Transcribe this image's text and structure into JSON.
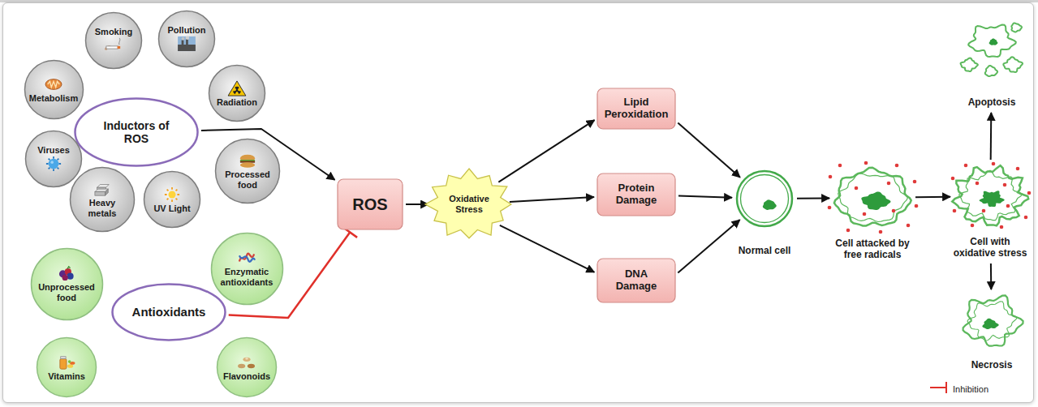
{
  "diagram": {
    "nodes": [
      {
        "text": [
          "Inductors of ROS"
        ]
      },
      {
        "text": [
          "Smoking"
        ]
      },
      {
        "text": [
          "Pollution"
        ]
      },
      {
        "text": [
          "Metabolism"
        ]
      },
      {
        "text": [
          "Radiation"
        ]
      },
      {
        "text": [
          "Viruses"
        ]
      },
      {
        "text": [
          "Processed food"
        ]
      },
      {
        "text": [
          "Heavy metals"
        ]
      },
      {
        "text": [
          "UV Light"
        ]
      },
      {
        "text": [
          "Antioxidants"
        ]
      },
      {
        "text": [
          "Unprocessed food"
        ]
      },
      {
        "text": [
          "Enzymatic antioxidants"
        ]
      },
      {
        "text": [
          "Vitamins"
        ]
      },
      {
        "text": [
          "Flavonoids"
        ]
      },
      {
        "text": [
          "ROS"
        ]
      },
      {
        "text": [
          "Oxidative Stress"
        ]
      },
      {
        "text": [
          "Lipid Peroxidation"
        ]
      },
      {
        "text": [
          "Protein Damage"
        ]
      },
      {
        "text": [
          "DNA Damage"
        ]
      },
      {
        "text": [
          "Normal cell"
        ]
      },
      {
        "text": [
          "Cell attacked by free radicals"
        ]
      },
      {
        "text": [
          "Cell with oxidative stress"
        ]
      },
      {
        "text": [
          "Apoptosis"
        ]
      },
      {
        "text": [
          "Necrosis"
        ]
      }
    ],
    "edges": [
      {
        "from": 0,
        "to": 14,
        "arrow": "to"
      },
      {
        "from": 9,
        "to": 14,
        "arrow": "to"
      },
      {
        "from": 14,
        "to": 15,
        "arrow": "to"
      },
      {
        "from": 15,
        "to": 16,
        "arrow": "to"
      },
      {
        "from": 15,
        "to": 17,
        "arrow": "to"
      },
      {
        "from": 15,
        "to": 18,
        "arrow": "to"
      },
      {
        "from": 16,
        "to": 19,
        "arrow": "to"
      },
      {
        "from": 17,
        "to": 19,
        "arrow": "to"
      },
      {
        "from": 18,
        "to": 19,
        "arrow": "to"
      },
      {
        "from": 19,
        "to": 20,
        "arrow": "to"
      },
      {
        "from": 20,
        "to": 21,
        "arrow": "to"
      },
      {
        "from": 21,
        "to": 22,
        "arrow": "to"
      },
      {
        "from": 21,
        "to": 23,
        "arrow": "to"
      }
    ],
    "legend": [
      {
        "text": "Inhibition"
      }
    ]
  }
}
